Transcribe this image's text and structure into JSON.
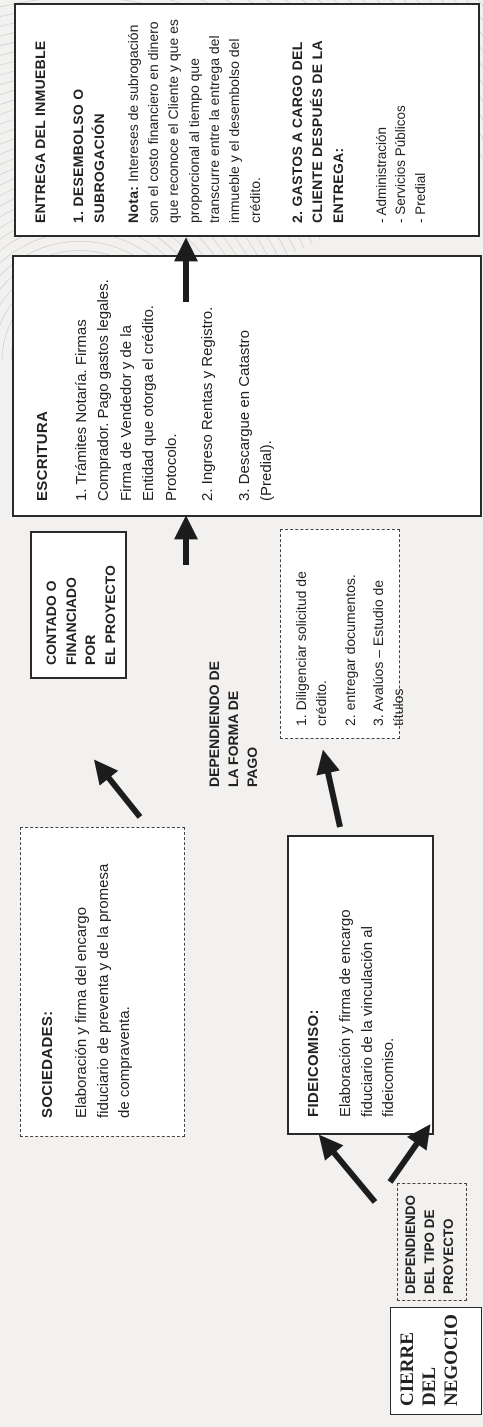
{
  "start": {
    "lines": [
      "CIERRE",
      "DEL",
      "NEGOCIO"
    ]
  },
  "branch_type": {
    "lines": [
      "DEPENDIENDO",
      "DEL TIPO DE",
      "PROYECTO"
    ]
  },
  "sociedades": {
    "title": "SOCIEDADES:",
    "text": "Elaboración y firma del encargo fiduciario de preventa y de la promesa de compraventa."
  },
  "fideicomiso": {
    "title": "FIDEICOMISO:",
    "text": "Elaboración y firma de encargo fiduciario de la vinculación al fideicomiso."
  },
  "branch_payment": {
    "lines": [
      "DEPENDIENDO DE",
      "LA FORMA DE",
      "PAGO"
    ]
  },
  "contado": {
    "lines": [
      "CONTADO O",
      "FINANCIADO POR",
      "EL PROYECTO"
    ]
  },
  "credito": {
    "items": [
      "1. Diligenciar solicitud de crédito.",
      "2. entregar documentos.",
      "3. Avalúos – Estudio de títulos"
    ]
  },
  "escritura": {
    "title": "ESCRITURA",
    "items": [
      "1. Trámites Notaría. Firmas Comprador. Pago gastos legales. Firma de Vendedor y de la Entidad que otorga el crédito. Protocolo.",
      "2. Ingreso Rentas y Registro.",
      "3. Descargue en Catastro (Predial)."
    ]
  },
  "entrega": {
    "title": "ENTREGA DEL INMUEBLE",
    "section1_title": "1. DESEMBOLSO O SUBROGACIÓN",
    "note_label": "Nota:",
    "note_text": " Intereses de subrogación son el costo financiero en dinero que reconoce el Cliente y que es proporcional al tiempo que transcurre entre la entrega del inmueble y el desembolso del crédito.",
    "section2_title": "2. GASTOS A CARGO DEL CLIENTE DESPUÉS DE LA ENTREGA:",
    "expenses": [
      "- Administración",
      "- Servicios Públicos",
      "- Predial"
    ]
  },
  "colors": {
    "border": "#2a2a2a",
    "text": "#222222",
    "arrow": "#1c1c1c",
    "background": "#f2f1ef"
  }
}
